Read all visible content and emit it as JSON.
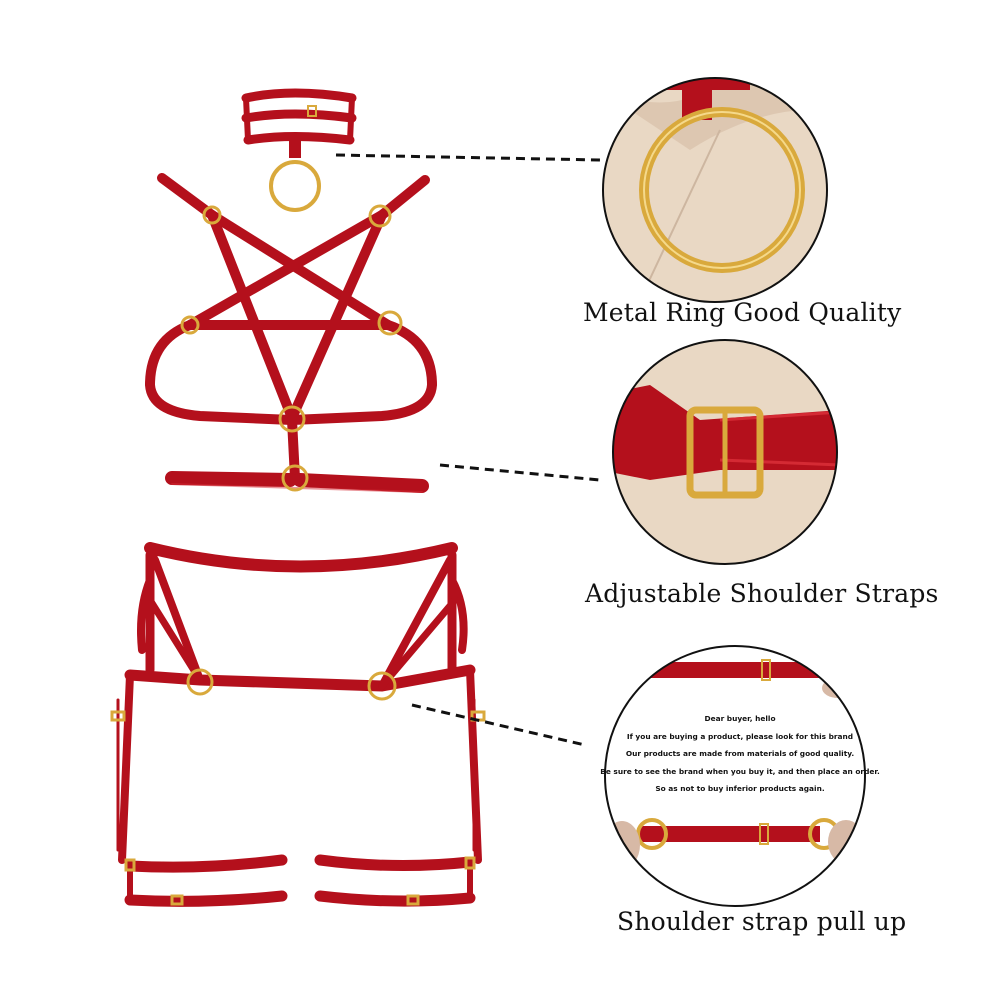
{
  "colors": {
    "strap_red": "#b4101c",
    "strap_highlight": "#d42a34",
    "gold": "#d9a93c",
    "fabric_beige": "#e9d8c4",
    "circle_outline": "#111111"
  },
  "features": [
    {
      "caption": "Metal Ring Good Quality",
      "icon": "gold-ring-closeup"
    },
    {
      "caption": "Adjustable Shoulder Straps",
      "icon": "buckle-closeup"
    },
    {
      "caption": "Shoulder strap pull up",
      "icon": "strap-stretch-closeup"
    }
  ],
  "notice": {
    "lines": [
      "Dear buyer, hello",
      "If you are buying a product, please look for this brand",
      "Our products are made from materials of good quality.",
      "Be sure to see the brand when you buy it, and then place an order.",
      "So as not to buy inferior products again."
    ]
  }
}
